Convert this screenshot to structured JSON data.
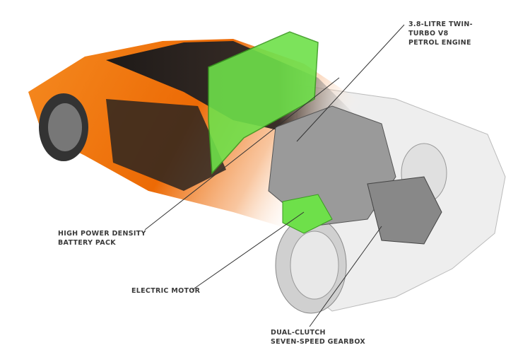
{
  "labels": {
    "engine": [
      "3.8-LITRE TWIN-",
      "TURBO V8",
      "PETROL ENGINE"
    ],
    "battery": [
      "HIGH POWER DENSITY",
      "BATTERY PACK"
    ],
    "motor": [
      "ELECTRIC MOTOR"
    ],
    "gearbox": [
      "DUAL-CLUTCH",
      "SEVEN-SPEED GEARBOX"
    ]
  },
  "colors": {
    "body": "#f07a10",
    "battery": "#6ee04a",
    "glass": "#2a2420",
    "engine": "#8a8a8a"
  }
}
